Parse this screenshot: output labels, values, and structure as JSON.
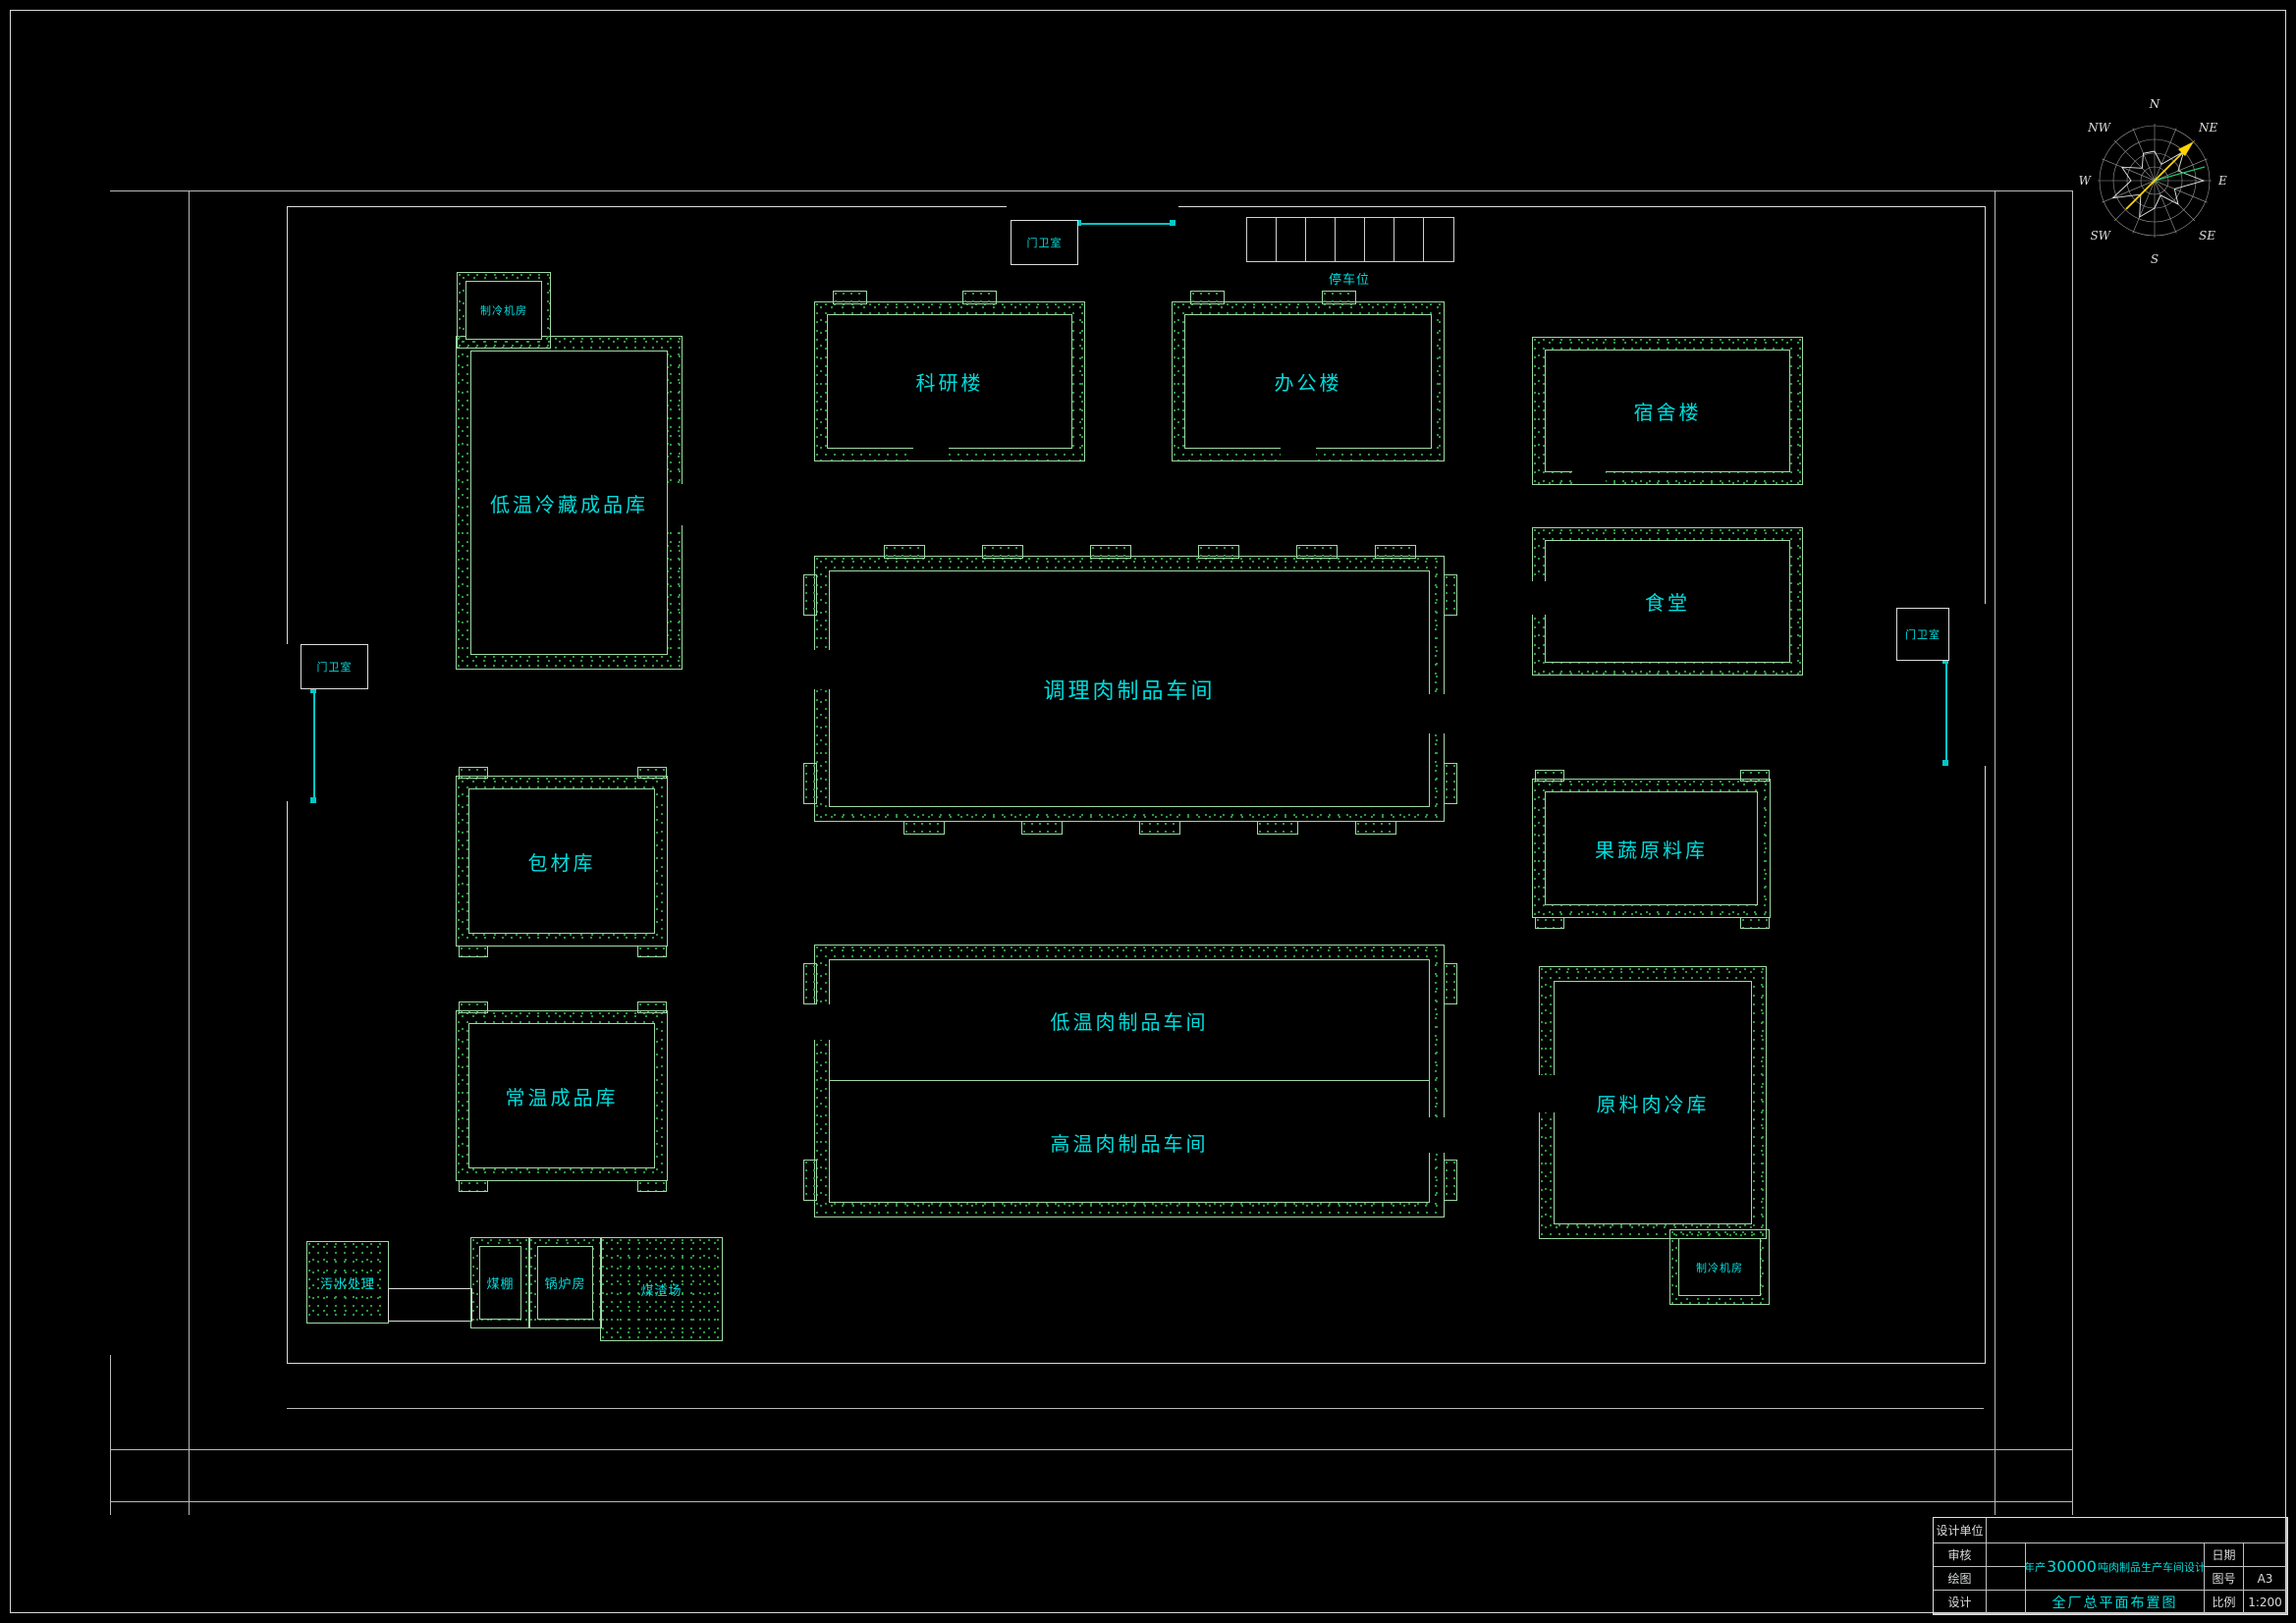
{
  "colors": {
    "background": "#000000",
    "road_line": "#b9b9b9",
    "fence_line": "#dcdcdc",
    "wall_stipple": "#2f9e44",
    "wall_edge": "#9fd9a5",
    "label_cyan": "#00dcdc",
    "gate_cyan": "#00c8c8",
    "compass_arrow_yellow": "#ffd400",
    "compass_green": "#18c964"
  },
  "compass": {
    "n": "N",
    "ne": "NE",
    "e": "E",
    "se": "SE",
    "s": "S",
    "sw": "SW",
    "w": "W",
    "nw": "NW"
  },
  "site": {
    "gatehouse": "门卫室",
    "parking": "停车位"
  },
  "buildings": {
    "refrig_top": "制冷机房",
    "cold_storage_finished": "低温冷藏成品库",
    "research": "科研楼",
    "office": "办公楼",
    "dormitory": "宿舍楼",
    "canteen": "食堂",
    "prepared_meat_workshop": "调理肉制品车间",
    "packaging_warehouse": "包材库",
    "fruit_veg_warehouse": "果蔬原料库",
    "ambient_warehouse": "常温成品库",
    "low_temp_workshop": "低温肉制品车间",
    "high_temp_workshop": "高温肉制品车间",
    "raw_meat_cold_store": "原料肉冷库",
    "refrig_bottom": "制冷机房",
    "sewage": "污水处理",
    "coal_shed": "煤棚",
    "boiler_room": "锅炉房",
    "slag_yard": "煤渣场"
  },
  "title_block": {
    "design_unit": "设计单位",
    "review": "审核",
    "drafting": "绘图",
    "design": "设计",
    "project_prefix": "年产",
    "project_number": "30000",
    "project_suffix": "吨肉制品生产车间设计",
    "sheet_title": "全厂总平面布置图",
    "date_label": "日期",
    "sheet_no_label": "图号",
    "sheet_no": "A3",
    "scale_label": "比例",
    "scale": "1:200"
  }
}
